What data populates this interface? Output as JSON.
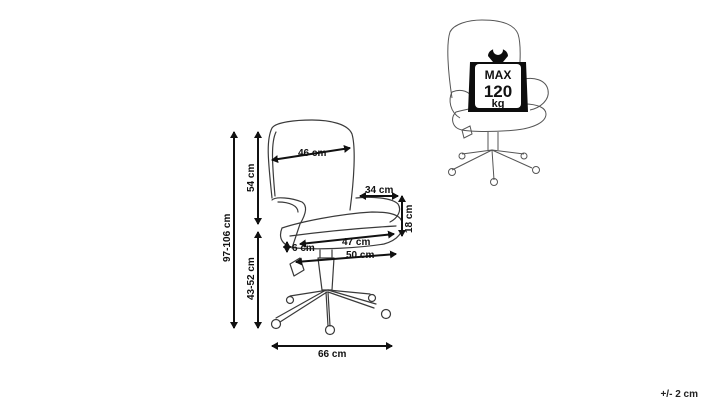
{
  "dimensions": {
    "backrest_width": "46 cm",
    "armrest_depth": "34 cm",
    "armrest_height": "18 cm",
    "seat_depth": "47 cm",
    "armrest_offset": "6 cm",
    "seat_width": "50 cm",
    "total_height": "97-106 cm",
    "backrest_height": "54 cm",
    "seat_height": "43-52 cm",
    "base_width": "66 cm"
  },
  "max_load": {
    "line1": "MAX",
    "line2": "120",
    "line3": "kg"
  },
  "tolerance": "+/- 2 cm"
}
